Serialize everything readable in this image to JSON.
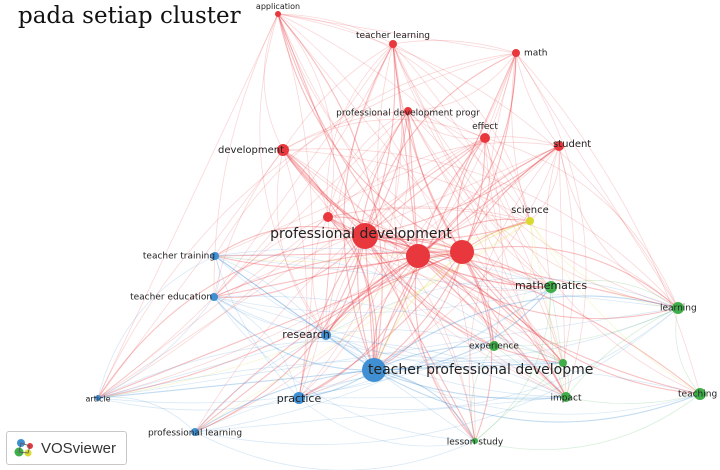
{
  "caption": "pada setiap cluster",
  "watermark": {
    "label": "VOSviewer",
    "icon": "vosviewer-logo-icon"
  },
  "colors": {
    "cluster1": "#e8383d",
    "cluster2": "#3f8fd2",
    "cluster3": "#3fae49",
    "cluster4": "#d9d92e"
  },
  "nodes": [
    {
      "id": "application",
      "label": "application",
      "cluster": 1
    },
    {
      "id": "teacher-learning",
      "label": "teacher learning",
      "cluster": 1
    },
    {
      "id": "math",
      "label": "math",
      "cluster": 1
    },
    {
      "id": "pd-program",
      "label": "professional development progr",
      "cluster": 1
    },
    {
      "id": "development",
      "label": "development",
      "cluster": 1
    },
    {
      "id": "effect",
      "label": "effect",
      "cluster": 1
    },
    {
      "id": "student",
      "label": "student",
      "cluster": 1
    },
    {
      "id": "professional-development",
      "label": "professional development",
      "cluster": 1
    },
    {
      "id": "hub-a",
      "label": "",
      "cluster": 1
    },
    {
      "id": "hub-b",
      "label": "",
      "cluster": 1
    },
    {
      "id": "red-small",
      "label": "",
      "cluster": 1
    },
    {
      "id": "science",
      "label": "science",
      "cluster": 4
    },
    {
      "id": "teacher-training",
      "label": "teacher training",
      "cluster": 2
    },
    {
      "id": "teacher-education",
      "label": "teacher education",
      "cluster": 2
    },
    {
      "id": "research",
      "label": "research",
      "cluster": 2
    },
    {
      "id": "teacher-professional-development",
      "label": "teacher professional developme",
      "cluster": 2
    },
    {
      "id": "practice",
      "label": "practice",
      "cluster": 2
    },
    {
      "id": "article",
      "label": "article",
      "cluster": 2
    },
    {
      "id": "professional-learning",
      "label": "professional learning",
      "cluster": 2
    },
    {
      "id": "mathematics",
      "label": "mathematics",
      "cluster": 3
    },
    {
      "id": "learning",
      "label": "learning",
      "cluster": 3
    },
    {
      "id": "experience",
      "label": "experience",
      "cluster": 3
    },
    {
      "id": "green-small",
      "label": "",
      "cluster": 3
    },
    {
      "id": "impact",
      "label": "impact",
      "cluster": 3
    },
    {
      "id": "teaching",
      "label": "teaching",
      "cluster": 3
    },
    {
      "id": "lesson-study",
      "label": "lesson study",
      "cluster": 3
    }
  ]
}
